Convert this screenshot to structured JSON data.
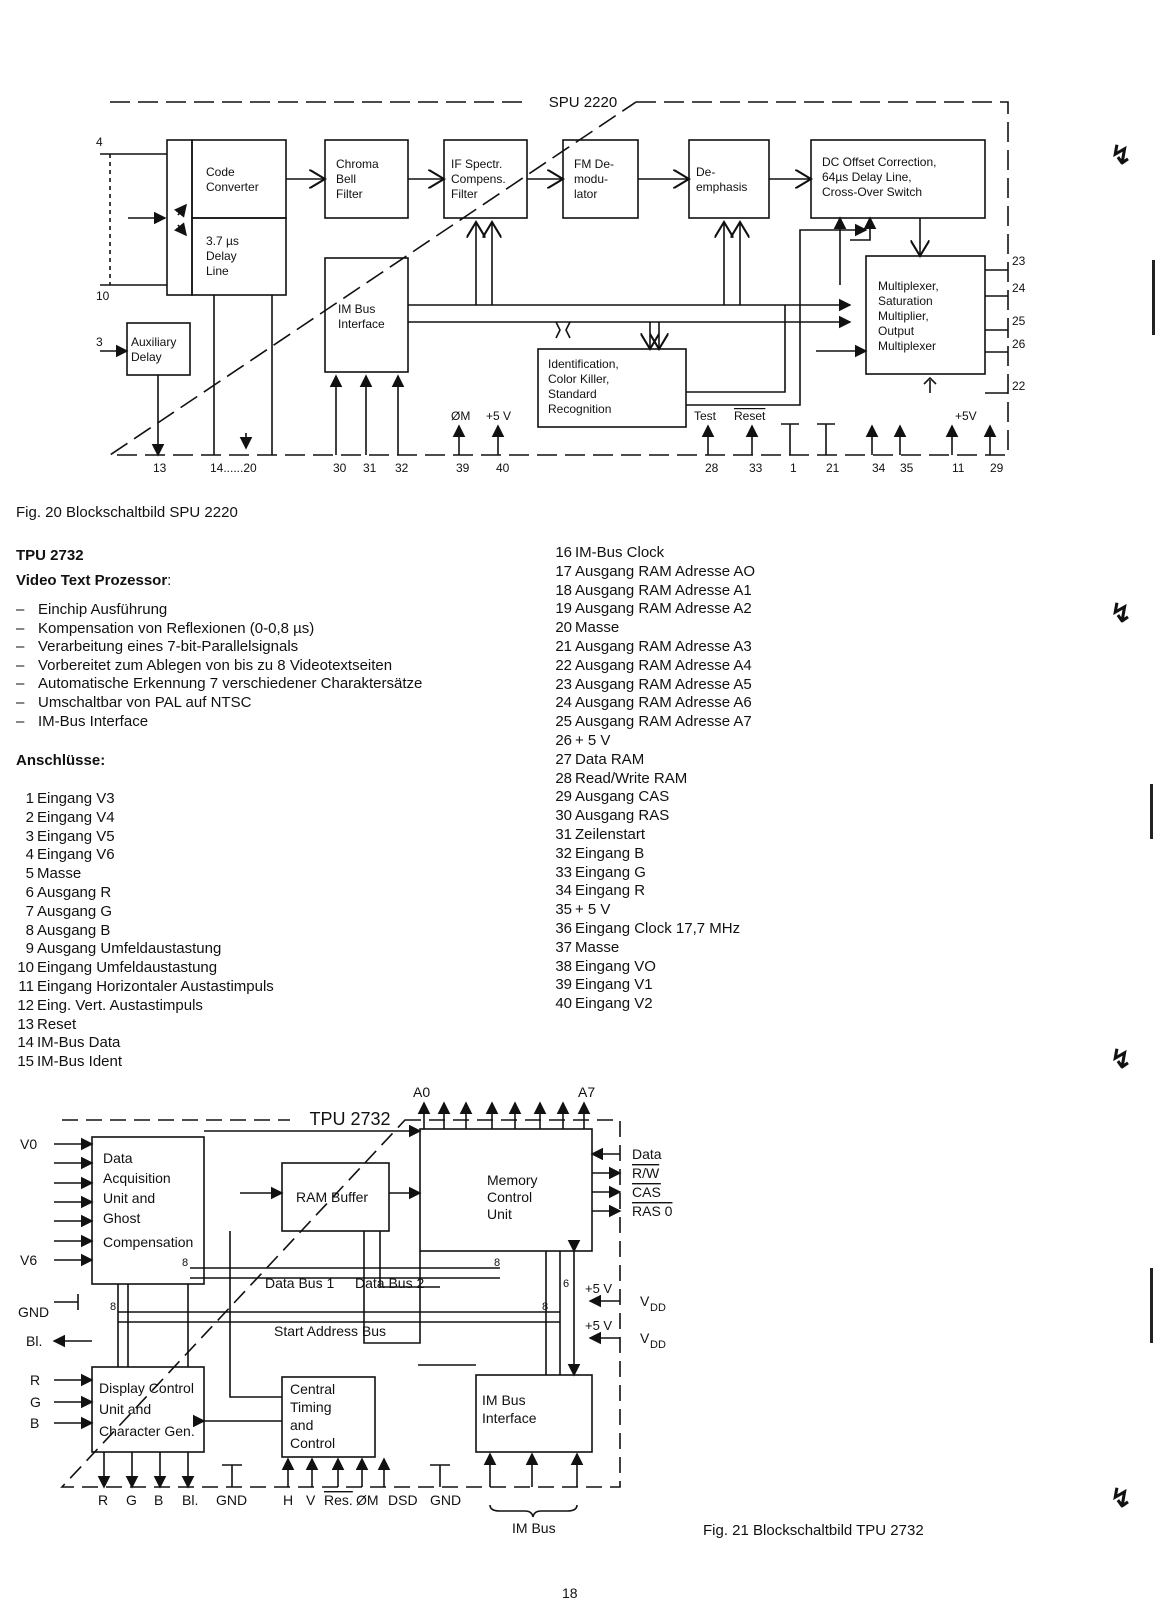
{
  "fig20": {
    "chip_title": "SPU 2220",
    "blocks": {
      "code_converter": [
        "Code",
        "Converter"
      ],
      "delay_line": [
        "3.7 µs",
        "Delay",
        "Line"
      ],
      "chroma": [
        "Chroma",
        "Bell",
        "Filter"
      ],
      "if_spectr": [
        "IF Spectr.",
        "Compens.",
        "Filter"
      ],
      "fm_demod": [
        "FM De-",
        "modu-",
        "lator"
      ],
      "deemphasis": [
        "De-",
        "emphasis"
      ],
      "dc_offset": [
        "DC Offset Correction,",
        "64µs Delay Line,",
        "Cross-Over Switch"
      ],
      "multiplexer": [
        "Multiplexer,",
        "Saturation",
        "Multiplier,",
        "Output",
        "Multiplexer"
      ],
      "im_bus": [
        "IM Bus",
        "Interface"
      ],
      "identification": [
        "Identification,",
        "Color Killer,",
        "Standard",
        "Recognition"
      ],
      "auxiliary": [
        "Auxiliary",
        "Delay"
      ]
    },
    "pins": [
      "4",
      "10",
      "3",
      "13",
      "14......20",
      "30",
      "31",
      "32",
      "39",
      "40",
      "28",
      "33",
      "1",
      "21",
      "34",
      "35",
      "11",
      "29",
      "23",
      "24",
      "25",
      "26",
      "22"
    ],
    "signal_labels": [
      "ØM",
      "+5 V",
      "Test",
      "Reset",
      "+5V"
    ],
    "caption": "Fig. 20 Blockschaltbild SPU 2220"
  },
  "tpu": {
    "title": "TPU 2732",
    "subtitle": "Video Text Prozessor",
    "subtitle_colon": ":",
    "features": [
      "Einchip Ausführung",
      "Kompensation von Reflexionen (0-0,8 µs)",
      "Verarbeitung eines 7-bit-Parallelsignals",
      "Vorbereitet zum Ablegen von bis zu 8 Videotextseiten",
      "Automatische Erkennung 7 verschiedener Charaktersätze",
      "Umschaltbar von PAL auf NTSC",
      "IM-Bus Interface"
    ],
    "connections_heading": "Anschlüsse:",
    "pins_left": [
      {
        "n": "1",
        "label": "Eingang V3"
      },
      {
        "n": "2",
        "label": "Eingang V4"
      },
      {
        "n": "3",
        "label": "Eingang V5"
      },
      {
        "n": "4",
        "label": "Eingang V6"
      },
      {
        "n": "5",
        "label": "Masse"
      },
      {
        "n": "6",
        "label": "Ausgang R"
      },
      {
        "n": "7",
        "label": "Ausgang G"
      },
      {
        "n": "8",
        "label": "Ausgang B"
      },
      {
        "n": "9",
        "label": "Ausgang Umfeldaustastung"
      },
      {
        "n": "10",
        "label": "Eingang Umfeldaustastung"
      },
      {
        "n": "11",
        "label": "Eingang Horizontaler Austastimpuls"
      },
      {
        "n": "12",
        "label": "Eing. Vert. Austastimpuls"
      },
      {
        "n": "13",
        "label": "Reset"
      },
      {
        "n": "14",
        "label": "IM-Bus Data"
      },
      {
        "n": "15",
        "label": "IM-Bus Ident"
      }
    ],
    "pins_right": [
      {
        "n": "16",
        "label": "IM-Bus Clock"
      },
      {
        "n": "17",
        "label": "Ausgang RAM Adresse AO"
      },
      {
        "n": "18",
        "label": "Ausgang RAM Adresse A1"
      },
      {
        "n": "19",
        "label": "Ausgang RAM Adresse A2"
      },
      {
        "n": "20",
        "label": "Masse"
      },
      {
        "n": "21",
        "label": "Ausgang RAM Adresse A3"
      },
      {
        "n": "22",
        "label": "Ausgang RAM Adresse A4"
      },
      {
        "n": "23",
        "label": "Ausgang RAM Adresse A5"
      },
      {
        "n": "24",
        "label": "Ausgang RAM Adresse A6"
      },
      {
        "n": "25",
        "label": "Ausgang RAM Adresse A7"
      },
      {
        "n": "26",
        "label": "+ 5 V"
      },
      {
        "n": "27",
        "label": "Data RAM"
      },
      {
        "n": "28",
        "label": "Read/Write RAM"
      },
      {
        "n": "29",
        "label": "Ausgang CAS"
      },
      {
        "n": "30",
        "label": "Ausgang RAS"
      },
      {
        "n": "31",
        "label": "Zeilenstart"
      },
      {
        "n": "32",
        "label": "Eingang B"
      },
      {
        "n": "33",
        "label": "Eingang G"
      },
      {
        "n": "34",
        "label": "Eingang R"
      },
      {
        "n": "35",
        "label": "+ 5 V"
      },
      {
        "n": "36",
        "label": "Eingang Clock 17,7 MHz"
      },
      {
        "n": "37",
        "label": "Masse"
      },
      {
        "n": "38",
        "label": "Eingang VO"
      },
      {
        "n": "39",
        "label": "Eingang V1"
      },
      {
        "n": "40",
        "label": "Eingang V2"
      }
    ]
  },
  "fig21": {
    "chip_title": "TPU 2732",
    "blocks": {
      "data_acq": [
        "Data",
        "Acquisition",
        "Unit and",
        "Ghost",
        "Compensation"
      ],
      "ram_buffer": "RAM Buffer",
      "memory": [
        "Memory",
        "Control",
        "Unit"
      ],
      "display": [
        "Display Control",
        "Unit and",
        "Character Gen."
      ],
      "timing": [
        "Central",
        "Timing",
        "and",
        "Control"
      ],
      "im_bus": [
        "IM Bus",
        "Interface"
      ]
    },
    "bus_labels": [
      "Data Bus 1",
      "Data Bus 2",
      "Start Address Bus"
    ],
    "address_labels": [
      "A0",
      "A7"
    ],
    "left_signals": [
      "V0",
      "V6",
      "GND",
      "Bl.",
      "R",
      "G",
      "B"
    ],
    "right_signals": [
      "Data",
      "R/W",
      "CAS",
      "RAS 0",
      "+5 V",
      "V",
      "DD"
    ],
    "bottom_signals": [
      "R",
      "G",
      "B",
      "Bl.",
      "GND",
      "H",
      "V",
      "Res.",
      "ØM",
      "DSD",
      "GND",
      "IM Bus"
    ],
    "bus_widths": [
      "8",
      "8",
      "8",
      "8",
      "6"
    ],
    "caption": "Fig. 21 Blockschaltbild TPU 2732"
  },
  "page_number": "18"
}
